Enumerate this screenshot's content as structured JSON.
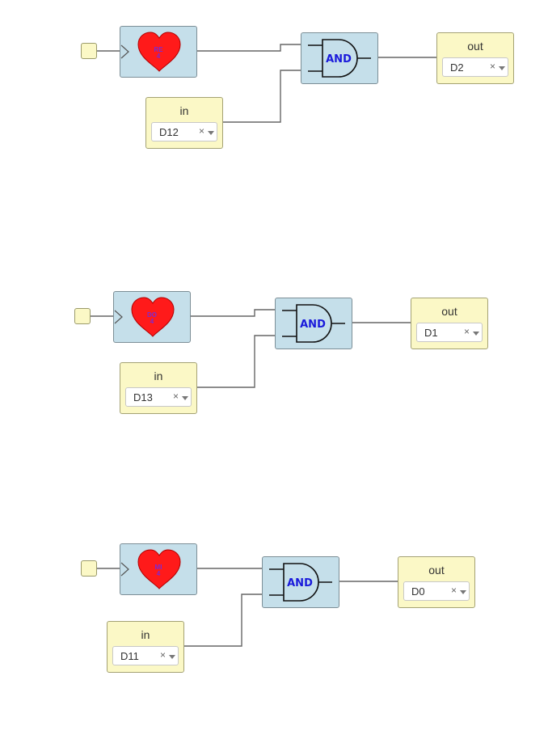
{
  "circuits": [
    {
      "note": {
        "name": "RE",
        "octave": "4"
      },
      "gate": {
        "label": "AND"
      },
      "input": {
        "title": "in",
        "pin": "D12",
        "clear": "×"
      },
      "output": {
        "title": "out",
        "pin": "D2",
        "clear": "×"
      }
    },
    {
      "note": {
        "name": "DO",
        "octave": "4"
      },
      "gate": {
        "label": "AND"
      },
      "input": {
        "title": "in",
        "pin": "D13",
        "clear": "×"
      },
      "output": {
        "title": "out",
        "pin": "D1",
        "clear": "×"
      }
    },
    {
      "note": {
        "name": "MI",
        "octave": "4"
      },
      "gate": {
        "label": "AND"
      },
      "input": {
        "title": "in",
        "pin": "D11",
        "clear": "×"
      },
      "output": {
        "title": "out",
        "pin": "D0",
        "clear": "×"
      }
    }
  ],
  "colors": {
    "heart_fill": "#ff1a1a",
    "note_text": "#7a2bd6",
    "gate_text": "#1a1adb",
    "block_blue": "#c5dfea",
    "block_yellow": "#fbf8c6",
    "wire": "#666666"
  }
}
